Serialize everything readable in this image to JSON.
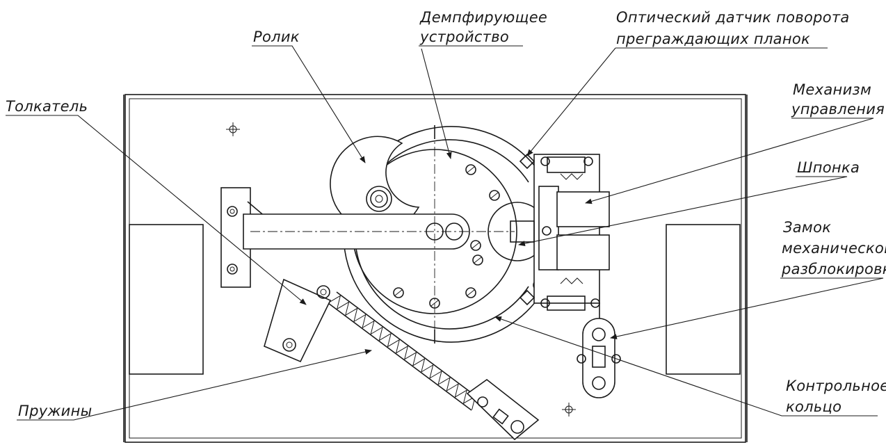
{
  "labels": {
    "damper": [
      "Демпфирующее",
      "устройство"
    ],
    "optical_sensor": [
      "Оптический датчик поворота",
      "преграждающих планок"
    ],
    "roller": "Ролик",
    "pusher": "Толкатель",
    "control_mechanism": [
      "Механизм",
      "управления"
    ],
    "key": "Шпонка",
    "lock": [
      "Замок",
      "механической",
      "разблокировки"
    ],
    "springs": "Пружины",
    "control_ring": [
      "Контрольное",
      "кольцо"
    ]
  }
}
